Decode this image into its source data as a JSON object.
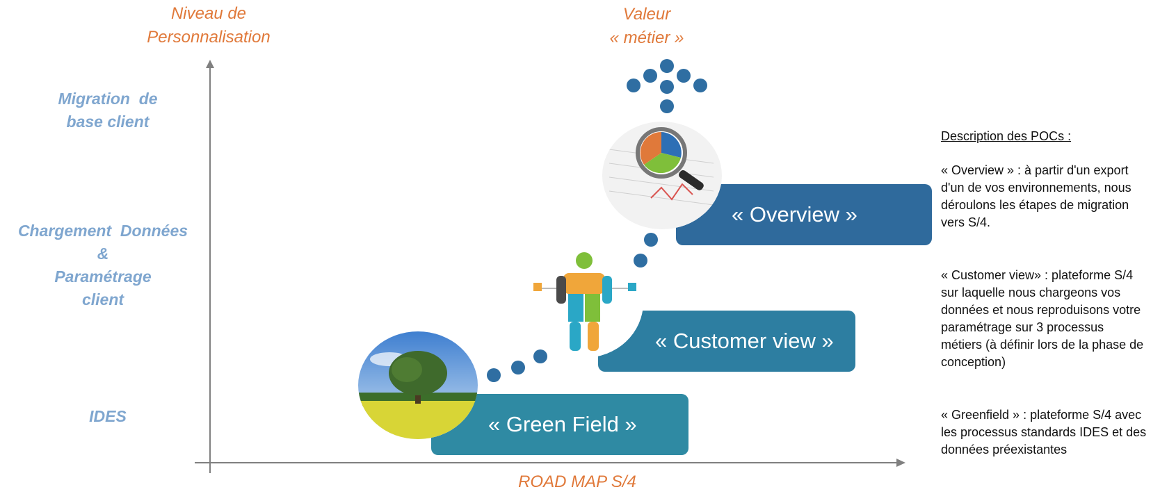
{
  "axes": {
    "y_title_line1": "Niveau de",
    "y_title_line2": "Personnalisation",
    "x_title": "ROAD MAP S/4",
    "top_title_line1": "Valeur",
    "top_title_line2": "« métier »"
  },
  "levels": {
    "migration_line1": "Migration  de",
    "migration_line2": "base client",
    "chargement_line1": "Chargement  Données",
    "chargement_line2": "&",
    "chargement_line3": "Paramétrage",
    "chargement_line4": "client",
    "ides": "IDES"
  },
  "stages": {
    "green_field": "« Green Field »",
    "customer_view": "« Customer view »",
    "overview": "« Overview »"
  },
  "images": {
    "green_field": "tree-field-photo",
    "customer_view": "puzzle-person-illustration",
    "overview": "magnifier-chart-photo"
  },
  "colors": {
    "axis_title": "#e0793a",
    "level_label": "#7fa6cf",
    "green_field_box": "#2f8aa3",
    "customer_view_box": "#2d7ea1",
    "overview_box": "#2f6a9c",
    "dot": "#2f6ea2"
  },
  "description": {
    "title": "Description des POCs :",
    "overview_line1": "« Overview » : à partir d'un export",
    "overview_line2": "d'un de vos environnements, nous",
    "overview_line3": "déroulons les étapes de migration",
    "overview_line4": "vers S/4.",
    "customer_line1": "« Customer view» : plateforme S/4",
    "customer_line2": "sur laquelle nous chargeons vos",
    "customer_line3": "données et nous reproduisons votre",
    "customer_line4": "paramétrage sur 3 processus",
    "customer_line5": "métiers (à définir lors de la phase de",
    "customer_line6": "conception)",
    "greenfield_line1": "« Greenfield » : plateforme S/4 avec",
    "greenfield_line2": "les processus standards IDES et des",
    "greenfield_line3": "données préexistantes"
  }
}
